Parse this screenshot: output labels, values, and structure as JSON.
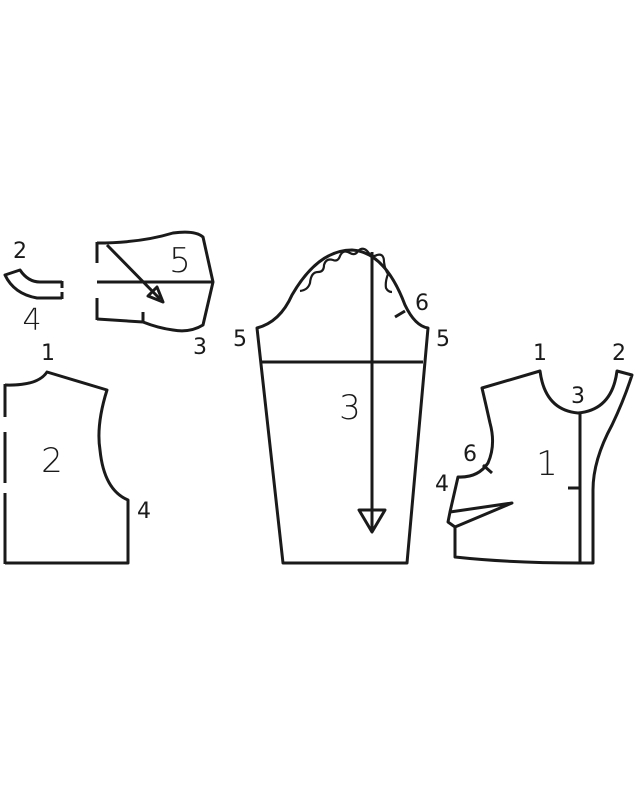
{
  "colors": {
    "line": "#1a1a1a",
    "background": "#ffffff"
  },
  "pieces": {
    "collar": {
      "number": "4",
      "marks": {
        "end": "2"
      }
    },
    "cuff": {
      "number": "5",
      "marks": {
        "corner": "3"
      }
    },
    "back": {
      "number": "2",
      "marks": {
        "shoulder": "1",
        "underarm": "4"
      }
    },
    "sleeve": {
      "number": "3",
      "marks": {
        "left_underarm": "5",
        "right_underarm": "5",
        "notch": "6"
      }
    },
    "front": {
      "number": "1",
      "marks": {
        "shoulder": "1",
        "neck_edge": "2",
        "neck_center": "3",
        "notch": "6",
        "underarm": "4"
      }
    }
  }
}
